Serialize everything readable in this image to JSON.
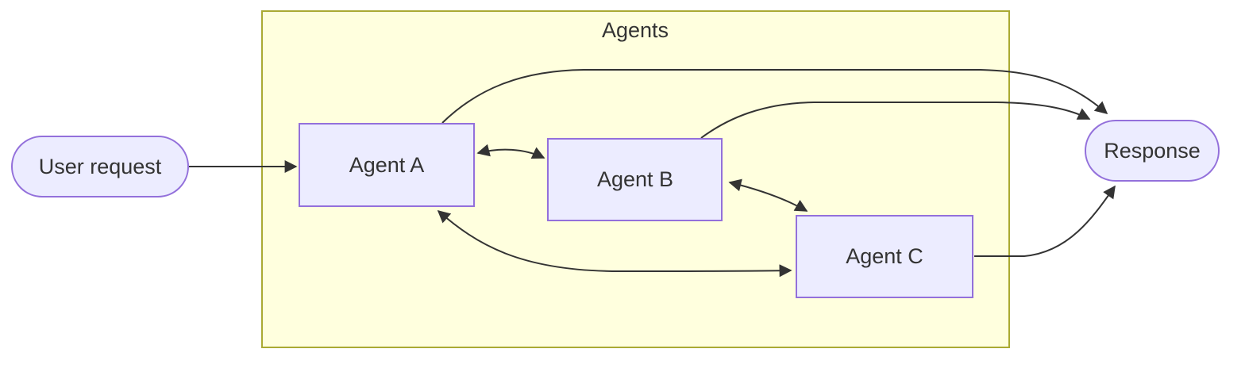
{
  "diagram": {
    "type": "flowchart",
    "direction": "left-to-right",
    "cluster": {
      "label": "Agents",
      "contains": [
        "agent_a",
        "agent_b",
        "agent_c"
      ]
    },
    "nodes": {
      "user_request": {
        "label": "User request",
        "shape": "stadium"
      },
      "agent_a": {
        "label": "Agent A",
        "shape": "rectangle"
      },
      "agent_b": {
        "label": "Agent B",
        "shape": "rectangle"
      },
      "agent_c": {
        "label": "Agent C",
        "shape": "rectangle"
      },
      "response": {
        "label": "Response",
        "shape": "stadium"
      }
    },
    "edges": [
      {
        "from": "user_request",
        "to": "agent_a",
        "bidirectional": false
      },
      {
        "from": "agent_a",
        "to": "agent_b",
        "bidirectional": true
      },
      {
        "from": "agent_b",
        "to": "agent_c",
        "bidirectional": true
      },
      {
        "from": "agent_a",
        "to": "agent_c",
        "bidirectional": true
      },
      {
        "from": "agent_a",
        "to": "response",
        "bidirectional": false
      },
      {
        "from": "agent_b",
        "to": "response",
        "bidirectional": false
      },
      {
        "from": "agent_c",
        "to": "response",
        "bidirectional": false
      }
    ],
    "colors": {
      "node_fill": "#ECECFF",
      "node_stroke": "#9370DB",
      "cluster_fill": "#FFFFDE",
      "cluster_stroke": "#AAAA33",
      "edge_color": "#333333",
      "text_color": "#333333",
      "background": "#FFFFFF"
    }
  }
}
